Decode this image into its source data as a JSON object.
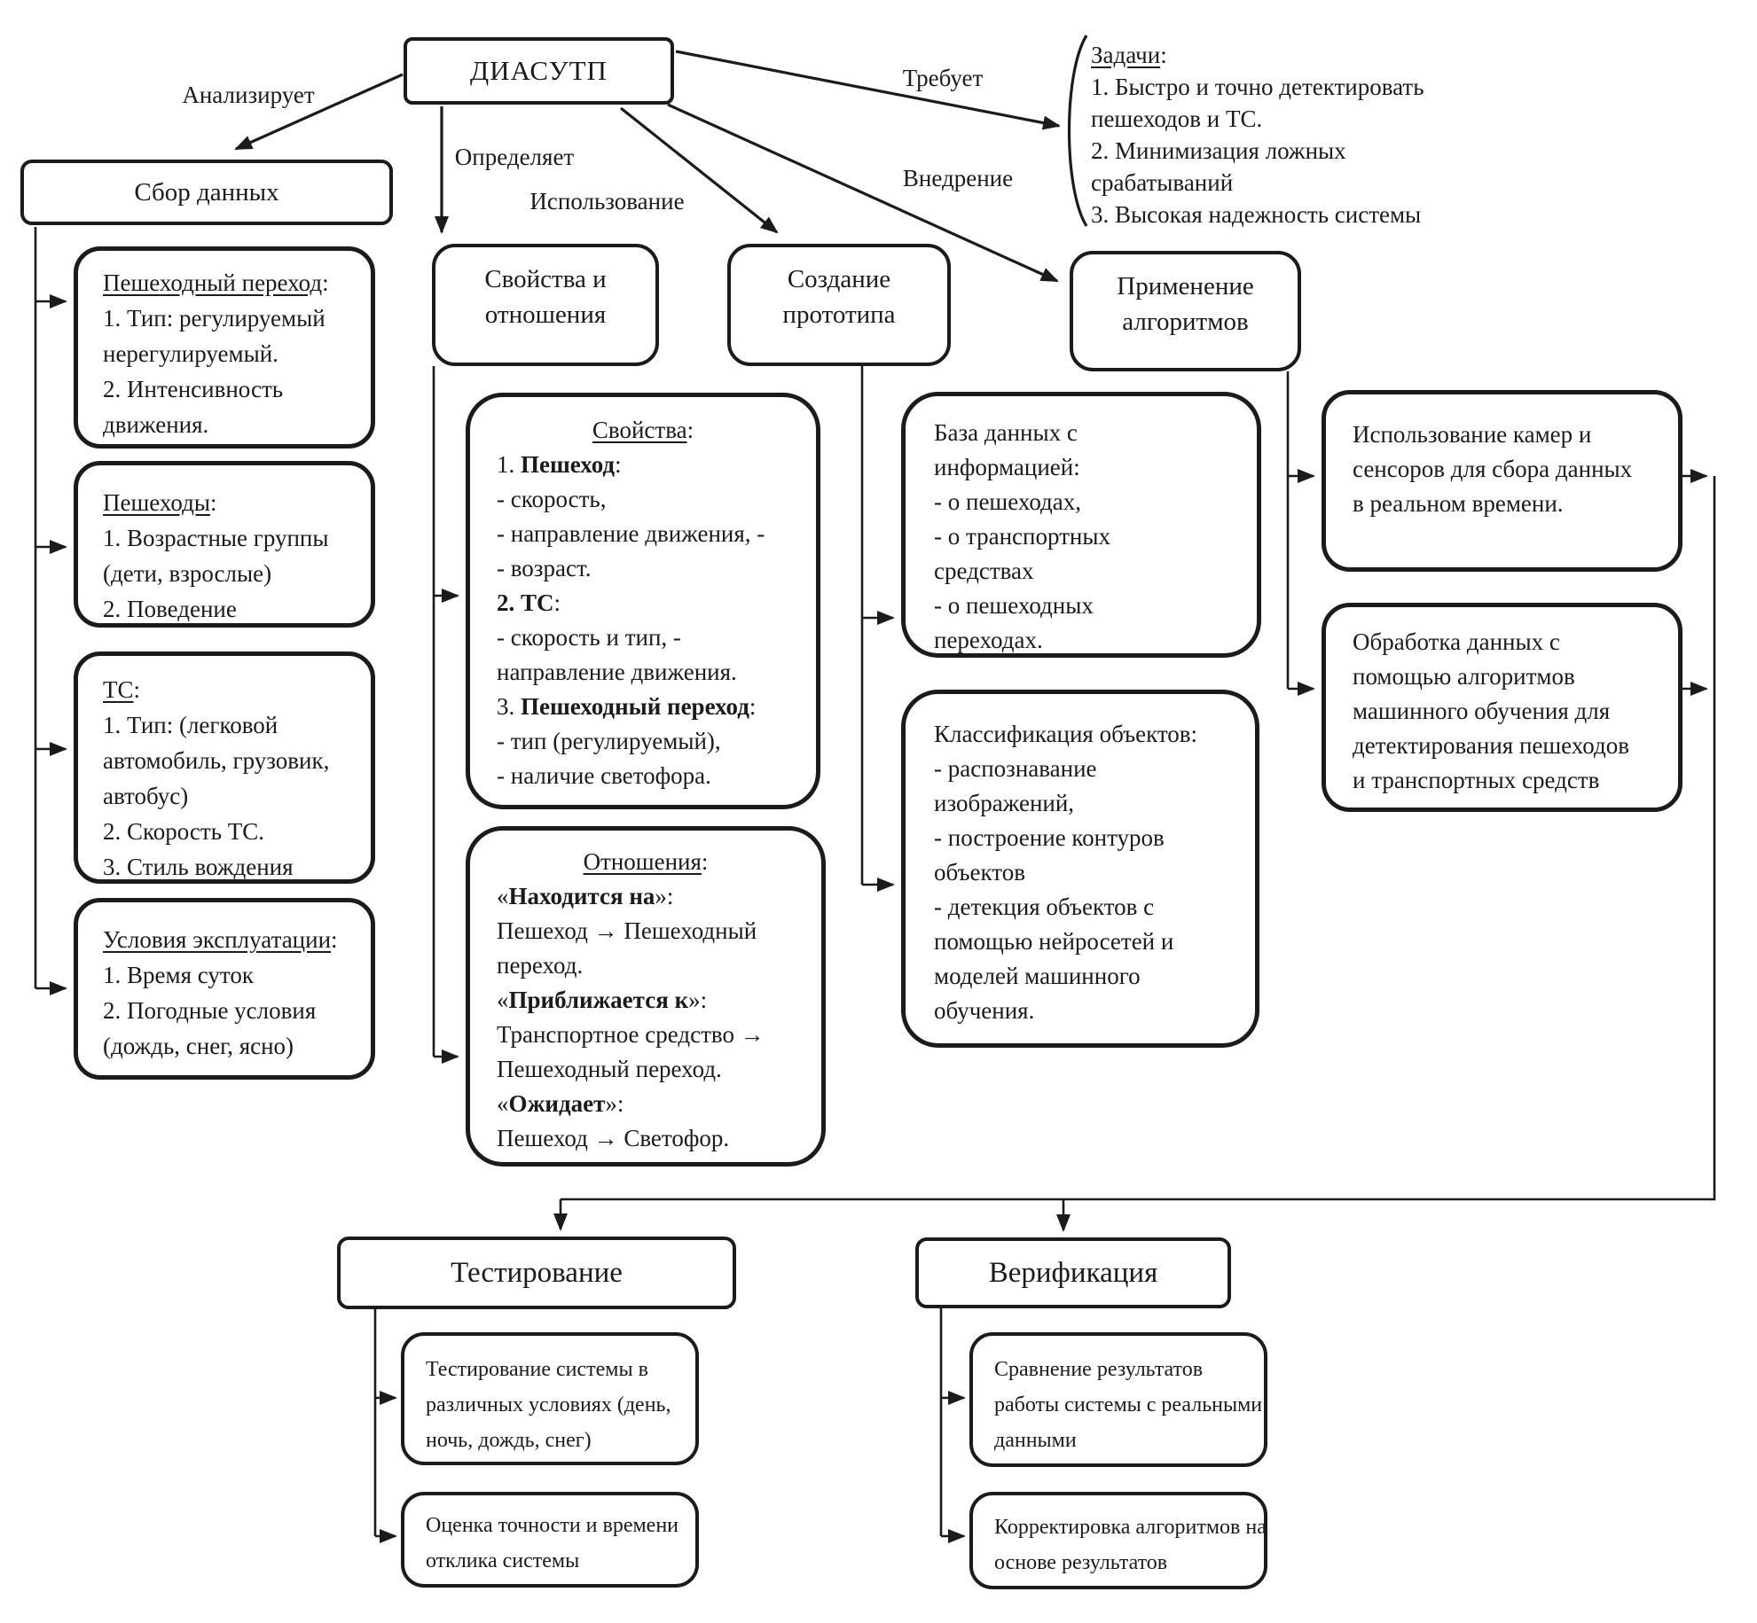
{
  "colors": {
    "ink": "#1b1b1b",
    "background": "#ffffff"
  },
  "diagram": {
    "root": "ДИАСУТП",
    "labels": {
      "analyzes": "Анализирует",
      "defines": "Определяет",
      "usage": "Использование",
      "implementation": "Внедрение",
      "requires": "Требует"
    },
    "tasks": {
      "title": "Задачи",
      "colon": ":",
      "lines": [
        "1. Быстро и точно детектировать",
        "пешеходов и ТС.",
        "2. Минимизация ложных",
        "срабатываний",
        "3. Высокая надежность системы"
      ]
    },
    "sbor": {
      "title": "Сбор данных"
    },
    "ped": {
      "title": "Пешеходный переход",
      "colon": ":",
      "lines": [
        "1. Тип: регулируемый",
        "нерегулируемый.",
        "2. Интенсивность",
        "движения."
      ]
    },
    "pesh": {
      "title": "Пешеходы",
      "colon": ":",
      "lines": [
        "1. Возрастные группы",
        "(дети, взрослые)",
        "2. Поведение"
      ]
    },
    "ts": {
      "title": "ТС",
      "colon": ":",
      "lines": [
        "1. Тип: (легковой",
        "автомобиль, грузовик,",
        "автобус)",
        "2. Скорость ТС.",
        "3. Стиль вождения"
      ]
    },
    "usl": {
      "title": "Условия эксплуатации",
      "colon": ":",
      "lines": [
        "1. Время суток",
        "2. Погодные условия",
        "(дождь, снег, ясно)"
      ]
    },
    "svotn": {
      "lines": [
        "Свойства и",
        "отношения"
      ]
    },
    "sozd": {
      "lines": [
        "Создание",
        "прототипа"
      ]
    },
    "prim": {
      "lines": [
        "Применение",
        "алгоритмов"
      ]
    },
    "svva": {
      "title": "Свойства",
      "colon": ":",
      "l1pre": "1. ",
      "l1b": "Пешеход",
      "l1post": ":",
      "l2": "- скорость,",
      "l3": "- направление движения, -",
      "l4": "- возраст.",
      "l5b": "2. ТС",
      "l5post": ":",
      "l6": "- скорость и тип, -",
      "l7": "направление движения.",
      "l8pre": "3. ",
      "l8b": "Пешеходный переход",
      "l8post": ":",
      "l9": "- тип (регулируемый),",
      "l10": "- наличие светофора."
    },
    "otn": {
      "title": "Отношения",
      "colon": ":",
      "l1pre": "«",
      "l1b": "Находится на",
      "l1post": "»:",
      "l2": "Пешеход → Пешеходный",
      "l3": "переход.",
      "l4pre": "«",
      "l4b": "Приближается к",
      "l4post": "»:",
      "l5": "Транспортное средство →",
      "l6": "Пешеходный переход.",
      "l7pre": "«",
      "l7b": "Ожидает",
      "l7post": "»:",
      "l8": "Пешеход → Светофор."
    },
    "baza": {
      "lines": [
        "База данных с",
        "информацией:",
        "- о пешеходах,",
        "- о транспортных",
        "средствах",
        "- о пешеходных",
        "переходах."
      ]
    },
    "klass": {
      "lines": [
        "Классификация объектов:",
        "- распознавание",
        "изображений,",
        "- построение контуров",
        "объектов",
        "- детекция объектов с",
        "помощью нейросетей и",
        "моделей машинного",
        "обучения."
      ]
    },
    "kamery": {
      "lines": [
        "Использование камер и",
        "сенсоров для сбора данных",
        "в реальном времени."
      ]
    },
    "obrabotka": {
      "lines": [
        "Обработка данных с",
        "помощью алгоритмов",
        "машинного обучения для",
        "детектирования пешеходов",
        "и транспортных средств"
      ]
    },
    "test": {
      "title": "Тестирование"
    },
    "verif": {
      "title": "Верификация"
    },
    "test1": {
      "lines": [
        "Тестирование системы в",
        "различных условиях (день,",
        "ночь, дождь, снег)"
      ]
    },
    "test2": {
      "lines": [
        "Оценка точности и времени",
        "отклика системы"
      ]
    },
    "ver1": {
      "lines": [
        "Сравнение результатов",
        "работы системы с реальными",
        "данными"
      ]
    },
    "ver2": {
      "lines": [
        "Корректировка алгоритмов на",
        "основе результатов"
      ]
    }
  }
}
